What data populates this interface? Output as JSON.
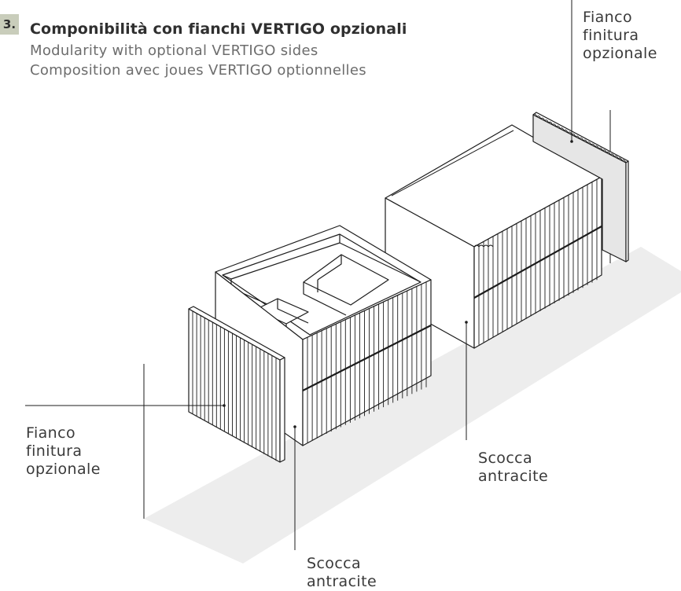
{
  "heading": {
    "number": "3.",
    "title": "Componibilità con fianchi VERTIGO opzionali",
    "subtitle_en": "Modularity with optional VERTIGO sides",
    "subtitle_fr": "Composition avec joues VERTIGO optionnelles"
  },
  "labels": {
    "side_top_right": [
      "Fianco",
      "finitura",
      "opzionale"
    ],
    "side_left": [
      "Fianco",
      "finitura",
      "opzionale"
    ],
    "body_right": [
      "Scocca",
      "antracite"
    ],
    "body_bottom": [
      "Scocca",
      "antracite"
    ]
  },
  "colors": {
    "badge": "#c9cdbb",
    "floor_shadow": "#ededed",
    "side_panel": "#e6e6e6",
    "line": "#1c1c1c"
  }
}
